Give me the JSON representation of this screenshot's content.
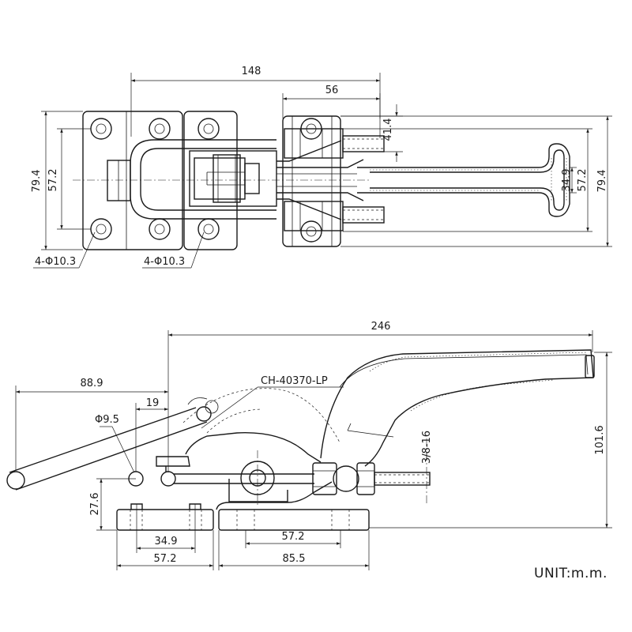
{
  "top_view": {
    "overall_length": "148",
    "handle_offset": "56",
    "height_left_outer": "79.4",
    "height_left_inner": "57.2",
    "height_right_outer": "79.4",
    "height_right_inner": "57.2",
    "handle_grip": "34.9",
    "tip_offset": "41.4",
    "holes_left": "4-Φ10.3",
    "holes_right": "4-Φ10.3"
  },
  "side_view": {
    "overall_length": "246",
    "reach": "88.9",
    "pin_offset": "19",
    "pin_dia": "Φ9.5",
    "model": "CH-40370-LP",
    "thread": "3/8-16",
    "height": "101.6",
    "base_height": "27.6",
    "hole_spacing_left": "34.9",
    "base_width_left": "57.2",
    "hole_spacing_right": "57.2",
    "base_width_right": "85.5"
  },
  "unit_label": "UNIT:m.m."
}
